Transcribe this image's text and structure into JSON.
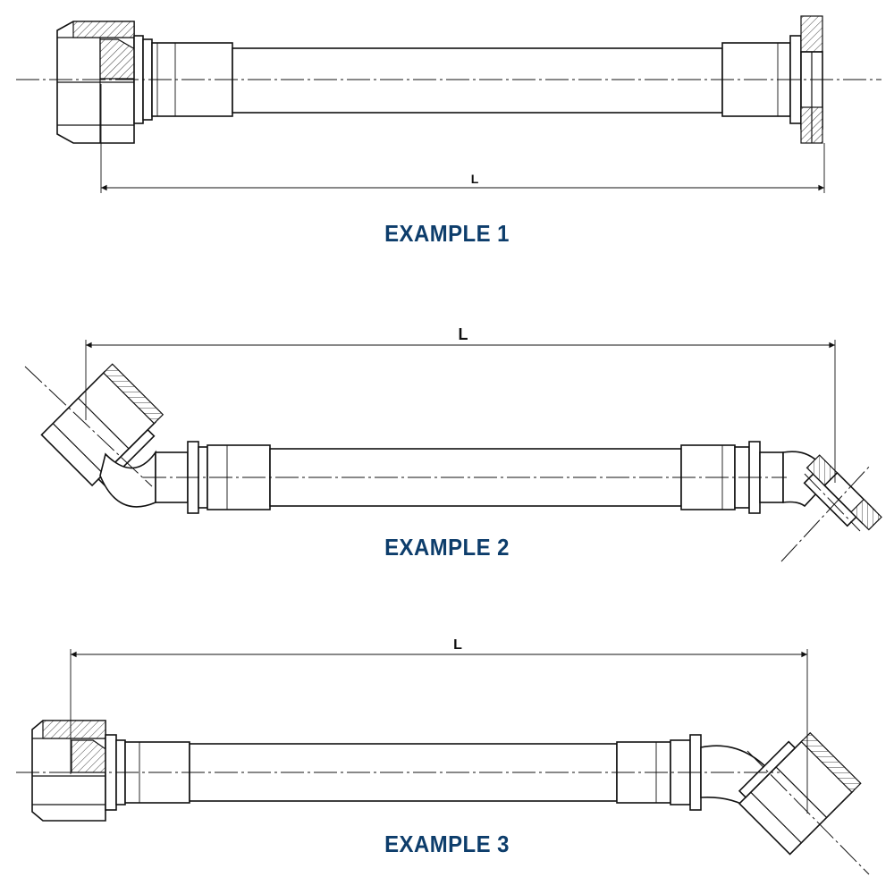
{
  "examples": [
    {
      "dimension": "L",
      "caption": "EXAMPLE 1"
    },
    {
      "dimension": "L",
      "caption": "EXAMPLE 2"
    },
    {
      "dimension": "L",
      "caption": "EXAMPLE 3"
    }
  ],
  "colors": {
    "caption": "#0d3d6b",
    "line": "#111111"
  }
}
